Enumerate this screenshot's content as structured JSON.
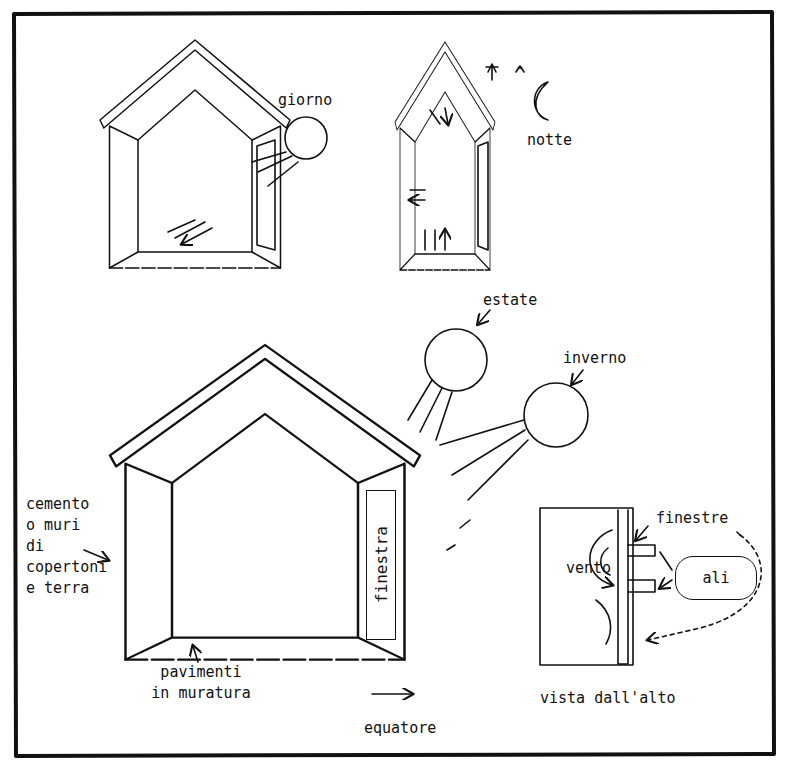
{
  "diagram": {
    "nodes": [
      {
        "text": [
          "finestra"
        ]
      },
      {
        "text": [
          "ali"
        ]
      }
    ],
    "labels": [
      "giorno",
      "notte",
      "estate",
      "inverno",
      "cemento o muri di copertoni e terra",
      "pavimenti in muratura",
      "equatore",
      "vento",
      "finestre",
      "vista dall'alto"
    ]
  }
}
